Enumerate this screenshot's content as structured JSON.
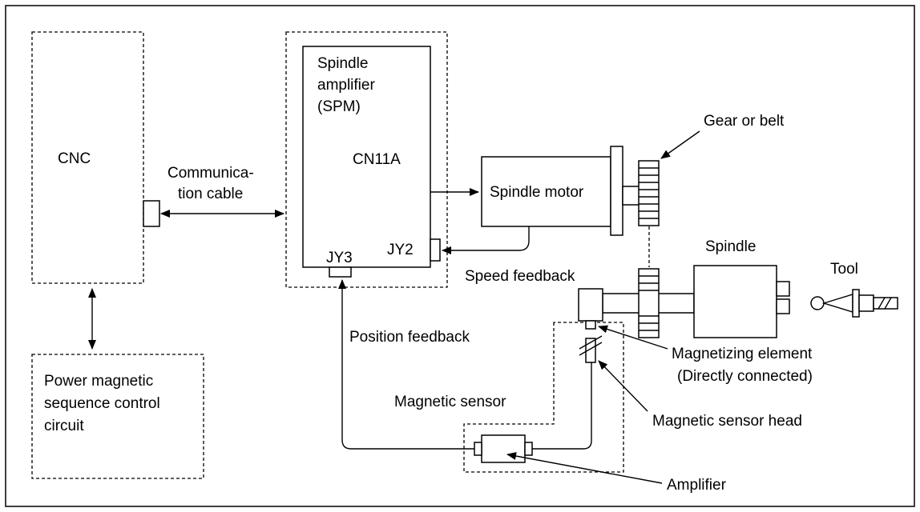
{
  "labels": {
    "cnc": "CNC",
    "power_circuit": [
      "Power magnetic",
      "sequence control",
      "circuit"
    ],
    "comm_cable": [
      "Communica-",
      "tion cable"
    ],
    "spm": [
      "Spindle",
      "amplifier",
      "(SPM)"
    ],
    "cn11a": "CN11A",
    "jy2": "JY2",
    "jy3": "JY3",
    "spindle_motor": "Spindle motor",
    "gear_or_belt": "Gear or belt",
    "spindle": "Spindle",
    "tool": "Tool",
    "speed_feedback": "Speed feedback",
    "position_feedback": "Position feedback",
    "magnetizing_element": [
      "Magnetizing element",
      "(Directly connected)"
    ],
    "magnetic_sensor": "Magnetic sensor",
    "magnetic_sensor_head": "Magnetic sensor head",
    "amplifier": "Amplifier"
  }
}
